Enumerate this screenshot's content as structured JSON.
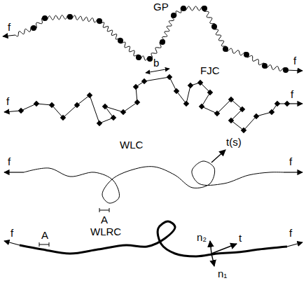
{
  "diagram": {
    "labels": [
      "GP",
      "f",
      "f",
      "b",
      "FJC",
      "f",
      "f",
      "WLC",
      "t(s)",
      "f",
      "f",
      "A",
      "WLRC",
      "f",
      "f",
      "A",
      "n₂",
      "t",
      "n₁"
    ]
  }
}
